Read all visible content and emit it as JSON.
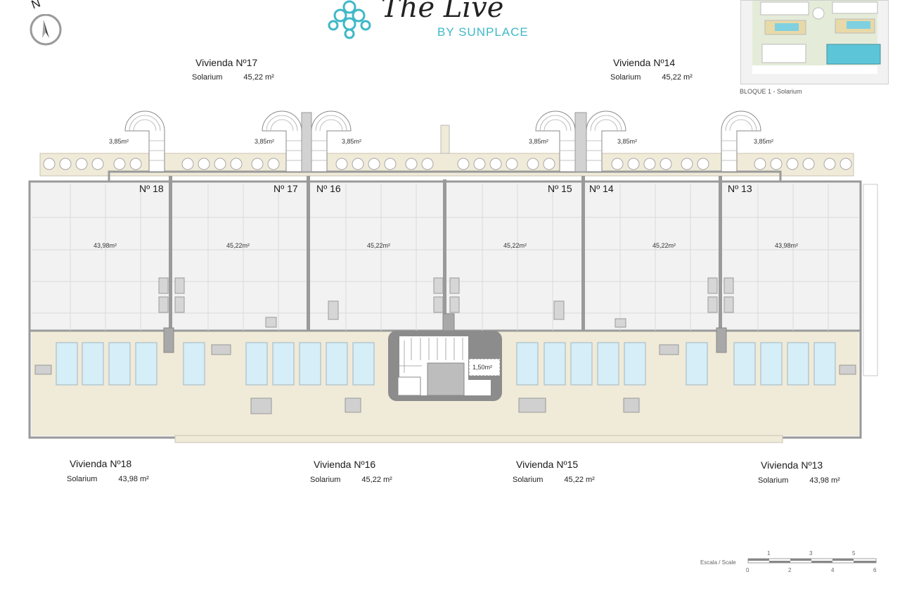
{
  "brand": {
    "title": "The Live",
    "subtitle": "BY SUNPLACE",
    "accent": "#3fb8c8"
  },
  "compass": {
    "label": "N"
  },
  "keyplan": {
    "caption": "BLOQUE 1 - Solarium"
  },
  "dwellings_top": [
    {
      "title": "Vivienda Nº17",
      "label": "Solarium",
      "area": "45,22 m²"
    },
    {
      "title": "Vivienda Nº14",
      "label": "Solarium",
      "area": "45,22 m²"
    }
  ],
  "dwellings_bottom": [
    {
      "title": "Vivienda Nº18",
      "label": "Solarium",
      "area": "43,98 m²"
    },
    {
      "title": "Vivienda Nº16",
      "label": "Solarium",
      "area": "45,22 m²"
    },
    {
      "title": "Vivienda Nº15",
      "label": "Solarium",
      "area": "45,22 m²"
    },
    {
      "title": "Vivienda Nº13",
      "label": "Solarium",
      "area": "43,98 m²"
    }
  ],
  "unit_numbers": [
    "Nº 18",
    "Nº 17",
    "Nº 16",
    "Nº 15",
    "Nº 14",
    "Nº 13"
  ],
  "unit_areas": [
    "43,98m²",
    "45,22m²",
    "45,22m²",
    "45,22m²",
    "45,22m²",
    "43,98m²"
  ],
  "stair_areas": [
    "3,85m²",
    "3,85m²",
    "3,85m²",
    "3,85m²",
    "3,85m²",
    "3,85m²"
  ],
  "core_area": "1,50m²",
  "scale": {
    "label": "Escala / Scale",
    "top": [
      "1",
      "3",
      "5"
    ],
    "bottom": [
      "0",
      "2",
      "4",
      "6"
    ]
  },
  "colors": {
    "deck": "#f0ead8",
    "wall": "#9a9a9a",
    "pool": "#d5eef8",
    "floor": "#f2f2f2",
    "core": "#8c8c8c"
  }
}
